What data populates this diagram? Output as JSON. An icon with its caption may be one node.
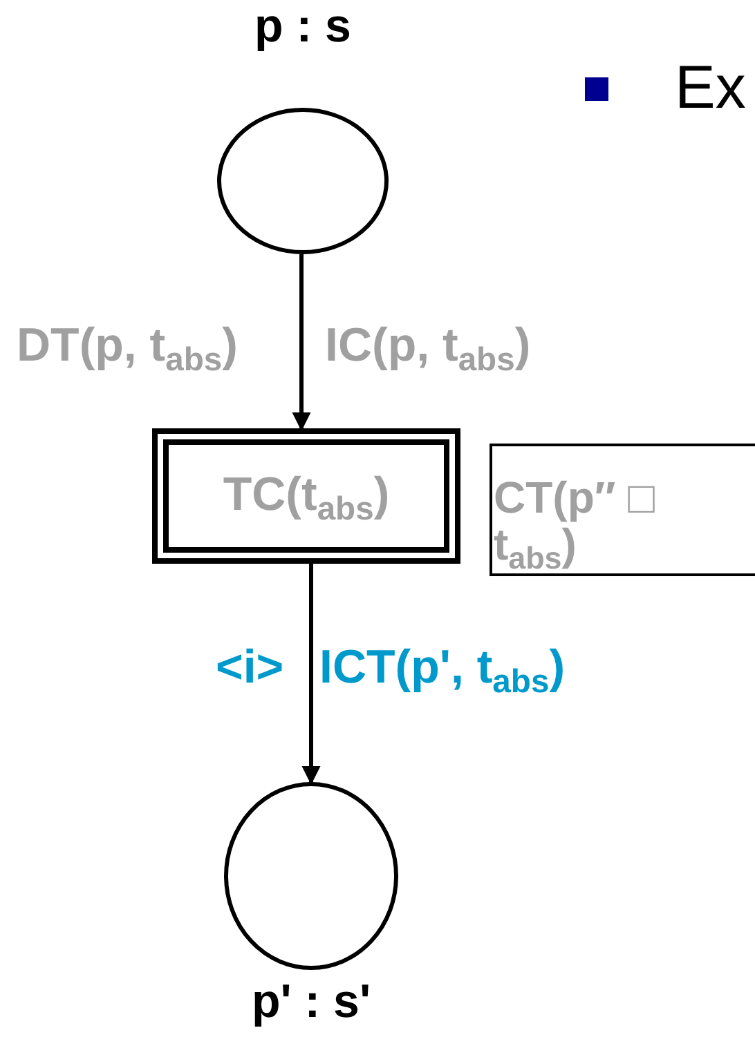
{
  "diagram": {
    "nodes": [
      {
        "text": [],
        "shape": "circle",
        "beside": [
          "p : s"
        ]
      },
      {
        "text": [
          "TC(t$_{abs}$)"
        ]
      },
      {
        "text": [],
        "shape": "circle",
        "beside": [
          "p' : s'"
        ]
      },
      {
        "text": [
          "CT(p″ □ t$_{abs}$)"
        ]
      }
    ],
    "edges": [
      {
        "from": 0,
        "to": 1,
        "arrow": "to"
      },
      {
        "from": 1,
        "to": 2,
        "arrow": "to",
        "label": "ICT(p', t$_{abs}$)"
      }
    ],
    "labels": [
      "Ex",
      "DT(p, t$_{abs}$)",
      "IC(p, t$_{abs}$)",
      "<i>"
    ]
  }
}
